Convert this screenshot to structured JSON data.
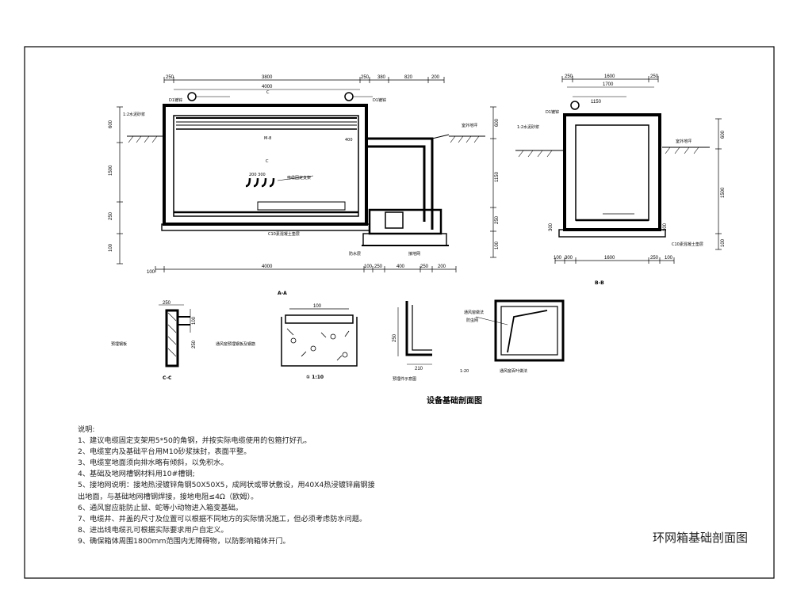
{
  "drawing": {
    "section_aa": {
      "caption": "A-A",
      "top_dims": [
        "250",
        "3800",
        "250",
        "380",
        "820",
        "200"
      ],
      "top_sub_dim": "4000",
      "bottom_dims": [
        "100",
        "4000",
        "100",
        "250",
        "400",
        "250",
        "200"
      ],
      "left_dims": [
        "600",
        "1500",
        "250",
        "100"
      ],
      "right_dims": [
        "600",
        "1150",
        "250",
        "100"
      ],
      "labels": {
        "l1": "D1镀锌",
        "l2": "D1镀锌",
        "l3": "1:2水泥砂浆",
        "l4": "室外地坪",
        "l5": "C",
        "l6": "M-8",
        "l7": "400",
        "l8": "200 300",
        "l9": "电缆固定支架",
        "l10": "C10素混凝土垫层",
        "l11": "C",
        "l12": "接地网",
        "l13": "防水层"
      }
    },
    "section_bb": {
      "caption": "B-B",
      "top_dims": [
        "250",
        "1600",
        "250"
      ],
      "sub_dims": [
        "1700",
        "1150"
      ],
      "bottom_dims": [
        "100",
        "300",
        "1600",
        "250",
        "100"
      ],
      "right_dims": [
        "600",
        "1500",
        "100"
      ],
      "left_dims": [
        "300",
        "300"
      ],
      "labels": {
        "l1": "D1镀锌",
        "l2": "1:2水泥砂浆",
        "l3": "室外地坪",
        "l4": "C10素混凝土垫层"
      }
    },
    "detail_cc": {
      "caption": "C-C",
      "dims": [
        "250",
        "100",
        "250"
      ],
      "label": "预埋钢板"
    },
    "detail_1": {
      "caption": "① 1:10",
      "dim": "100",
      "label": "通风窗预埋钢板及钢筋"
    },
    "detail_2": {
      "dim_v": "250",
      "dim_h": "210",
      "label": "预埋件示意图",
      "scale": "1:20"
    },
    "detail_3": {
      "label1": "通风窗做法",
      "label2": "防虫网",
      "label3": "通风窗百叶做法"
    },
    "main_title": "设备基础剖面图"
  },
  "notes": {
    "heading": "说明:",
    "items": [
      "1、建议电缆固定支架用5*50的角钢，并按实际电缆使用的包箍打好孔。",
      "2、电缆室内及基础平台用M10砂浆抹封，表面平整。",
      "3、电缆室地面须向排水略有倾斜，以免积水。",
      "4、基础及地网槽钢材料用10#槽钢;",
      "5、接地网说明：接地热浸镀锌角钢50X50X5，成网状或带状敷设，用40X4热浸镀锌扁钢接",
      "出地面，与基础地网槽钢焊接，接地电阻≤4Ω（欧姆）。",
      "6、通风窗应能防止鼠、蛇等小动物进入箱变基础。",
      "7、电缆井、井盖的尺寸及位置可以根据不同地方的实际情况施工，但必须考虑防水问题。",
      "8、进出线电缆孔可根据实际要求用户自定义。",
      "9、确保箱体周围1800mm范围内无障碍物，以防影响箱体开门。"
    ]
  },
  "sheet_title": "环网箱基础剖面图"
}
